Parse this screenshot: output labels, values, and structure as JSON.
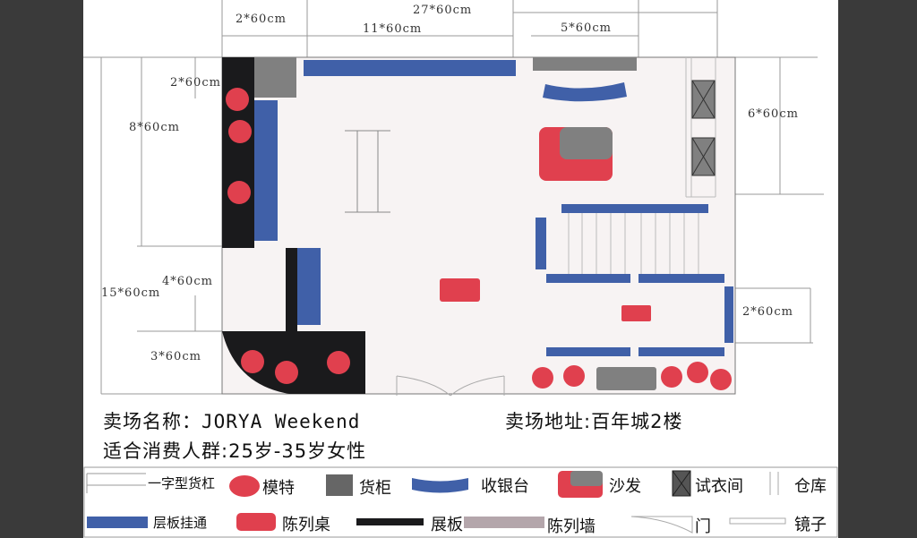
{
  "dimensions": {
    "top_total": "27*60cm",
    "top_left": "2*60cm",
    "top_mid": "11*60cm",
    "top_right": "5*60cm",
    "left_a": "2*60cm",
    "left_b": "8*60cm",
    "left_c": "4*60cm",
    "left_total": "15*60cm",
    "left_d": "3*60cm",
    "right_a": "6*60cm",
    "right_b": "2*60cm"
  },
  "info": {
    "store_name_label": "卖场名称：",
    "store_name": "JORYA Weekend",
    "address_label": "卖场地址:",
    "address": "百年城2楼",
    "audience_label": "适合消费人群:",
    "audience": "25岁-35岁女性"
  },
  "legend": {
    "rack": "一字型货杠",
    "mannequin": "模特",
    "cabinet": "货柜",
    "cashier": "收银台",
    "sofa": "沙发",
    "fitting_room": "试衣间",
    "storage": "仓库",
    "shelf_rail": "层板挂通",
    "display_table": "陈列桌",
    "display_board": "展板",
    "display_wall": "陈列墙",
    "door": "门",
    "mirror": "镜子"
  },
  "colors": {
    "blue": "#4060a8",
    "red": "#e0404e",
    "gray": "#808080",
    "black": "#1a1a1c",
    "floor": "#f7f3f3"
  }
}
